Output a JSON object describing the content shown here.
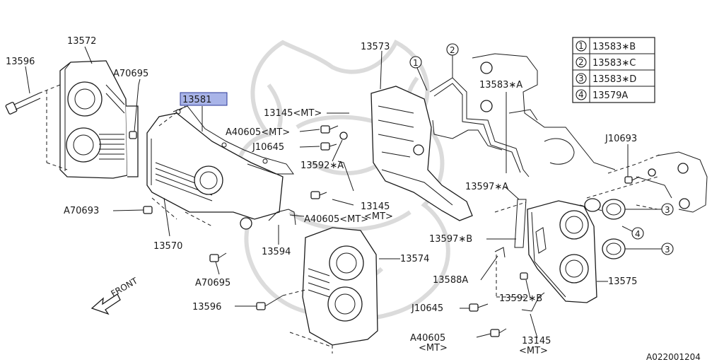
{
  "labels": {
    "p13572": "13572",
    "p13596_top": "13596",
    "pA70695_top": "A70695",
    "p13581": "13581",
    "p13145_mt": "13145<MT>",
    "pA40605_mt": "A40605<MT>",
    "pJ10645_top": "J10645",
    "p13592A": "13592∗A",
    "pA70693": "A70693",
    "p13570": "13570",
    "p13145_mid": "13145",
    "p13145_mid_mt": "<MT>",
    "pA40605_mid": "A40605<MT>",
    "p13594": "13594",
    "pA70695_bot": "A70695",
    "p13596_bot": "13596",
    "p13573": "13573",
    "p13574": "13574",
    "p13583A": "13583∗A",
    "pJ10693": "J10693",
    "p13597A": "13597∗A",
    "p13597B": "13597∗B",
    "p13588A": "13588A",
    "p13575": "13575",
    "p13592B": "13592∗B",
    "pJ10645_bot": "J10645",
    "pA40605_bot": "A40605",
    "pA40605_bot_mt": "<MT>",
    "p13145_bot": "13145",
    "p13145_bot_mt": "<MT>",
    "front": "FRONT",
    "diagram_code": "A022001204"
  },
  "callouts": {
    "c1": "1",
    "c2": "2",
    "c3": "3",
    "c4": "4",
    "c3b": "3"
  },
  "legend": [
    {
      "num": "1",
      "part": "13583∗B"
    },
    {
      "num": "2",
      "part": "13583∗C"
    },
    {
      "num": "3",
      "part": "13583∗D"
    },
    {
      "num": "4",
      "part": "13579A"
    }
  ],
  "colors": {
    "line": "#1a1a1a",
    "highlight_fill": "#a9b4e8",
    "highlight_border": "#2c3a99",
    "watermark": "#d8d8d8"
  }
}
